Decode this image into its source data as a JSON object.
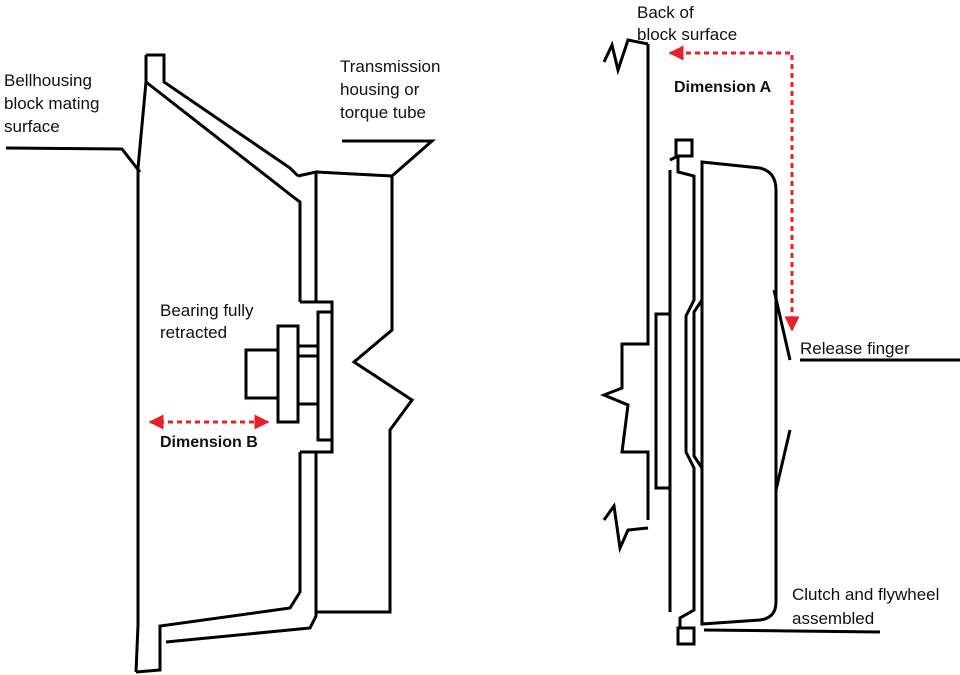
{
  "labels": {
    "bellhousing_line1": "Bellhousing",
    "bellhousing_line2": "block mating",
    "bellhousing_line3": "surface",
    "transmission_line1": "Transmission",
    "transmission_line2": "housing or",
    "transmission_line3": "torque tube",
    "bearing_line1": "Bearing fully",
    "bearing_line2": "retracted",
    "dimension_b": "Dimension B",
    "back_block_line1": "Back of",
    "back_block_line2": "block surface",
    "dimension_a": "Dimension A",
    "release_finger": "Release finger",
    "clutch_line1": "Clutch and flywheel",
    "clutch_line2": "assembled"
  },
  "colors": {
    "line": "#000000",
    "dimension_arrow": "#e8202a",
    "background": "#ffffff"
  }
}
